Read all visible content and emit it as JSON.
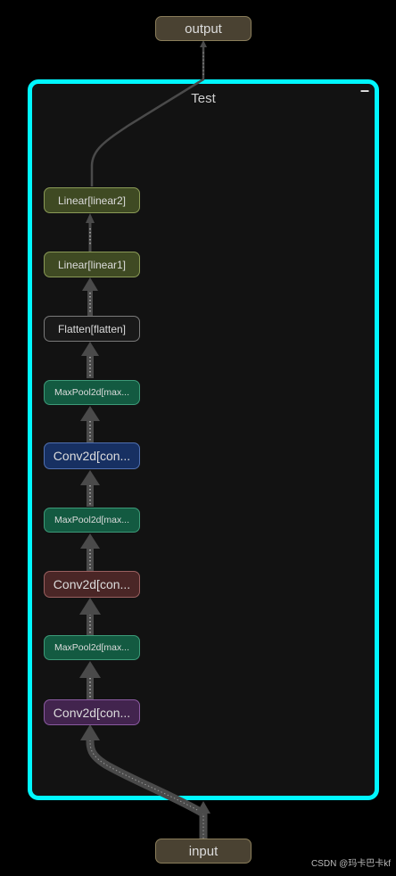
{
  "group": {
    "title": "Test",
    "collapse_symbol": "–",
    "border_color": "#00f7ff"
  },
  "nodes": {
    "output": {
      "label": "output",
      "fill": "#4a4232",
      "border": "#8a7d5a"
    },
    "input": {
      "label": "input",
      "fill": "#4a4232",
      "border": "#8a7d5a"
    },
    "linear2": {
      "label": "Linear[linear2]",
      "fill": "#3f4a23",
      "border": "#8a9a56"
    },
    "linear1": {
      "label": "Linear[linear1]",
      "fill": "#3f4a23",
      "border": "#8a9a56"
    },
    "flatten": {
      "label": "Flatten[flatten]",
      "fill": "#191919",
      "border": "#7a7a7a"
    },
    "maxpool3": {
      "label": "MaxPool2d[max...",
      "fill": "#135a41",
      "border": "#3c9a78"
    },
    "conv3": {
      "label": "Conv2d[con...",
      "fill": "#173062",
      "border": "#5070b0"
    },
    "maxpool2": {
      "label": "MaxPool2d[max...",
      "fill": "#135a41",
      "border": "#3c9a78"
    },
    "conv2": {
      "label": "Conv2d[con...",
      "fill": "#4a2626",
      "border": "#9a6060"
    },
    "maxpool1": {
      "label": "MaxPool2d[max...",
      "fill": "#135a41",
      "border": "#3c9a78"
    },
    "conv1": {
      "label": "Conv2d[con...",
      "fill": "#42244e",
      "border": "#8a5aa0"
    }
  },
  "watermark": "CSDN @玛卡巴卡kf"
}
